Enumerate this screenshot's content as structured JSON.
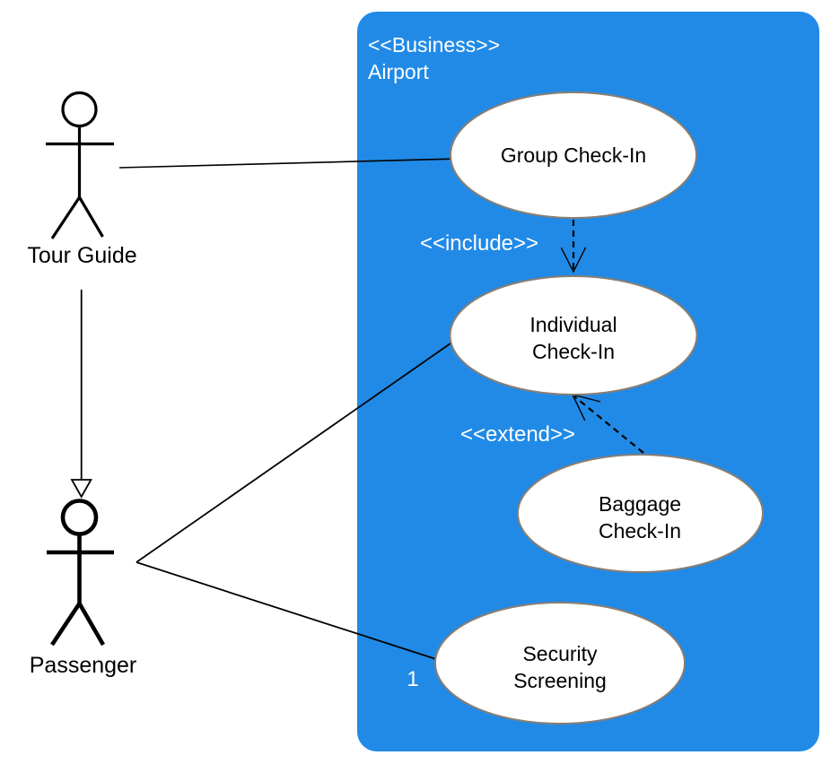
{
  "diagram": {
    "boundary": {
      "stereotype": "<<Business>>",
      "name": "Airport"
    },
    "actors": [
      {
        "name": "Tour Guide"
      },
      {
        "name": "Passenger"
      }
    ],
    "use_cases": [
      {
        "lines": [
          "Group Check-In"
        ]
      },
      {
        "lines": [
          "Individual",
          "Check-In"
        ]
      },
      {
        "lines": [
          "Baggage",
          "Check-In"
        ]
      },
      {
        "lines": [
          "Security",
          "Screening"
        ]
      }
    ],
    "edge_labels": {
      "include": "<<include>>",
      "extend": "<<extend>>",
      "multiplicity": "1"
    }
  },
  "colors": {
    "boundary_fill": "#218AE6",
    "ellipse_stroke": "#8A7E72",
    "ellipse_fill": "#FFFFFF",
    "line_color": "#000000",
    "label_on_blue": "#FFFFFF",
    "text_color": "#000000"
  }
}
